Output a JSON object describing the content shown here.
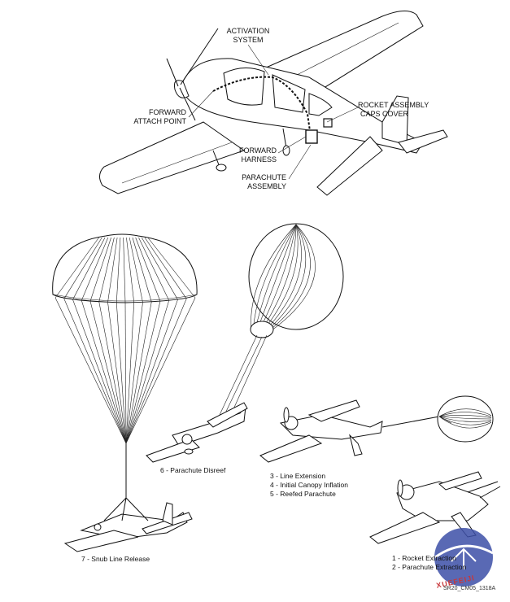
{
  "callouts": {
    "activation_system_1": "ACTIVATION",
    "activation_system_2": "SYSTEM",
    "forward_attach_1": "FORWARD",
    "forward_attach_2": "ATTACH POINT",
    "rocket_caps_1": "ROCKET ASSEMBLY",
    "rocket_caps_2": "CAPS COVER",
    "forward_harness_1": "FORWARD",
    "forward_harness_2": "HARNESS",
    "parachute_assembly_1": "PARACHUTE",
    "parachute_assembly_2": "ASSEMBLY"
  },
  "steps": {
    "s1": "1 - Rocket Extraction",
    "s2": "2 - Parachute Extraction",
    "s3": "3 - Line Extension",
    "s4": "4 - Initial Canopy Inflation",
    "s5": "5 - Reefed Parachute",
    "s6": "6 - Parachute Disreef",
    "s7": "7 - Snub Line Release"
  },
  "figure_ref": "SR20_CM05_1318A",
  "watermark": "XUEFEIJI"
}
